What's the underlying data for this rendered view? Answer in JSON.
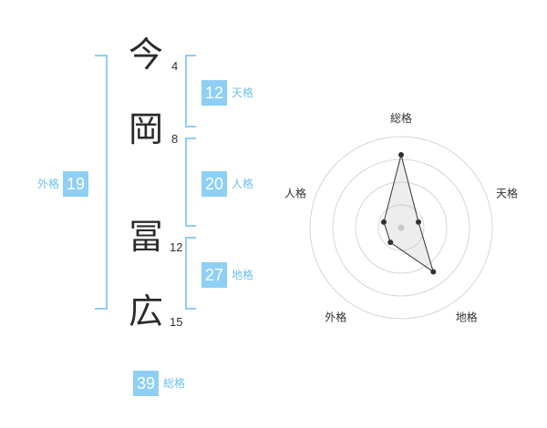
{
  "name": {
    "chars": [
      {
        "char": "今",
        "strokes": "4"
      },
      {
        "char": "岡",
        "strokes": "8"
      },
      {
        "char": "冨",
        "strokes": "12"
      },
      {
        "char": "広",
        "strokes": "15"
      }
    ]
  },
  "fortunes": {
    "tenkaku": {
      "value": "12",
      "label": "天格"
    },
    "jinkaku": {
      "value": "20",
      "label": "人格"
    },
    "chikaku": {
      "value": "27",
      "label": "地格"
    },
    "gaikaku": {
      "value": "19",
      "label": "外格"
    },
    "soukaku": {
      "value": "39",
      "label": "総格"
    }
  },
  "colors": {
    "accent": "#8ecff5",
    "label": "#6ec0ee",
    "text": "#2b2b2b"
  },
  "chart_data": {
    "type": "radar",
    "axes": [
      "総格",
      "天格",
      "地格",
      "外格",
      "人格"
    ],
    "values": [
      4,
      1,
      3,
      1,
      1
    ],
    "rmax": 5,
    "rings": 4
  }
}
